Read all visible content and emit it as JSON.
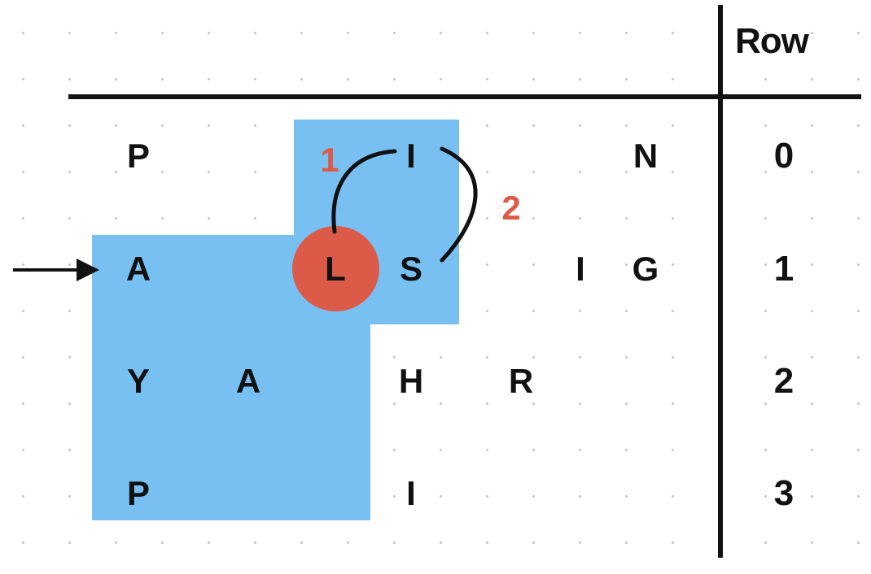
{
  "header": {
    "row_label": "Row"
  },
  "grid": {
    "rows": [
      {
        "row_number": "0",
        "letters": [
          {
            "col": 0,
            "char": "P"
          },
          {
            "col": 2,
            "char": "I"
          },
          {
            "col": 4,
            "char": "N"
          }
        ]
      },
      {
        "row_number": "1",
        "letters": [
          {
            "col": 0,
            "char": "A"
          },
          {
            "col": 1,
            "char": "L"
          },
          {
            "col": 2,
            "char": "S"
          },
          {
            "col": 3,
            "char": "I"
          },
          {
            "col": 4,
            "char": "G"
          }
        ]
      },
      {
        "row_number": "2",
        "letters": [
          {
            "col": 0,
            "char": "Y"
          },
          {
            "col": 1,
            "char": "A"
          },
          {
            "col": 2,
            "char": "H"
          },
          {
            "col": 3,
            "char": "R"
          }
        ]
      },
      {
        "row_number": "3",
        "letters": [
          {
            "col": 0,
            "char": "P"
          },
          {
            "col": 2,
            "char": "I"
          }
        ]
      }
    ]
  },
  "annotations": {
    "step_1": "1",
    "step_2": "2"
  },
  "colors": {
    "highlight": "#79c0f2",
    "current_circle": "#dc5a48",
    "step_label": "#dc5a48",
    "text": "#111111"
  }
}
